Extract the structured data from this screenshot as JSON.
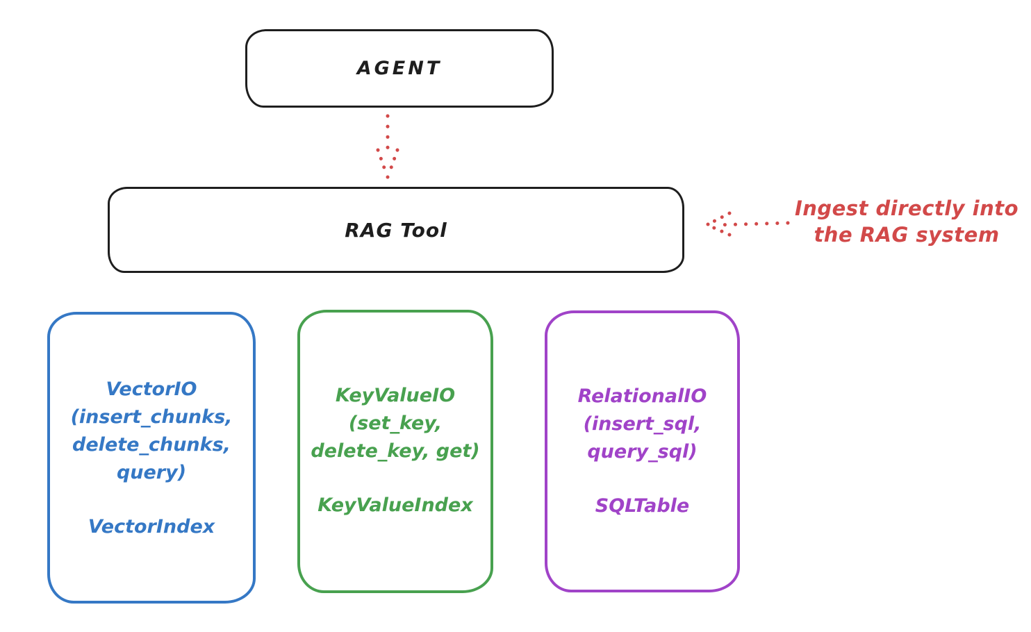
{
  "diagram": {
    "title_implicit": "RAG Tool architecture sketch",
    "agent_box": {
      "label": "AGENT"
    },
    "rag_box": {
      "label": "RAG Tool"
    },
    "annotation": {
      "line1": "Ingest directly into",
      "line2": "the RAG system"
    },
    "io_boxes": [
      {
        "id": "vector",
        "color": "#3578c5",
        "lines": [
          "VectorIO",
          "(insert_chunks,",
          "delete_chunks,",
          "query)"
        ],
        "index_label": "VectorIndex"
      },
      {
        "id": "keyvalue",
        "color": "#48a14f",
        "lines": [
          "KeyValueIO",
          "(set_key,",
          "delete_key, get)"
        ],
        "index_label": "KeyValueIndex"
      },
      {
        "id": "relational",
        "color": "#a043c8",
        "lines": [
          "RelationalIO",
          "(insert_sql,",
          "query_sql)"
        ],
        "index_label": "SQLTable"
      }
    ],
    "icons": {
      "arrow_down": "dotted-arrow-down-icon",
      "arrow_left": "dotted-arrow-left-icon"
    },
    "colors": {
      "ink": "#1e1e1e",
      "accent_red": "#d24949",
      "accent_blue": "#3578c5",
      "accent_green": "#48a14f",
      "accent_purple": "#a043c8",
      "background": "#ffffff"
    }
  }
}
